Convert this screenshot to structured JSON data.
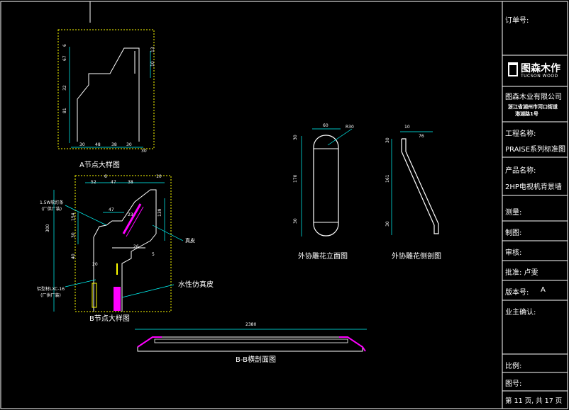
{
  "title_block": {
    "order_no_label": "订单号:",
    "logo_cn": "图森木作",
    "logo_en": "TUCSON WOOD",
    "company": "图森木业有限公司",
    "address_line1": "浙江省湖州市河口街道",
    "address_line2": "港湖路1号",
    "project_label": "工程名称:",
    "project_value": "PRAISE系列标准图",
    "product_label": "产品名称:",
    "product_value": "2HP电视机背景墙",
    "survey_label": "测量:",
    "draw_label": "制图:",
    "review_label": "审核:",
    "approve_label": "批准: 卢雯",
    "version_label": "版本号:",
    "version_value": "A",
    "owner_label": "业主确认:",
    "scale_label": "比例:",
    "drawing_no_label": "图号:",
    "page_info": "第 11 页, 共 17 页"
  },
  "captions": {
    "node_a": "A节点大样图",
    "node_b": "B节点大样图",
    "elev": "外协雕花立面图",
    "side": "外协雕花侧剖图",
    "section_bb": "B-B横剖面图"
  },
  "annotations": {
    "lamp_line1": "1.5W软灯条",
    "lamp_line2": "(厂供厂装)",
    "profile_line1": "铝型材LXC-16",
    "profile_line2": "(厂供厂装)",
    "veneer": "真皮",
    "waterproof": "水性仿真皮"
  },
  "dims": {
    "a_bottom": [
      "30",
      "48",
      "38",
      "30",
      "30"
    ],
    "a_left": [
      "6",
      "67",
      "32",
      "81"
    ],
    "a_right": [
      "13",
      "10"
    ],
    "b_top": [
      "52",
      "6",
      "47",
      "38",
      "10"
    ],
    "b_mid": [
      "47",
      "23",
      "26",
      "20",
      "5"
    ],
    "b_left": [
      "300",
      "154",
      "30",
      "40"
    ],
    "b_right": [
      "139"
    ],
    "elev_top": [
      "60"
    ],
    "elev_r": [
      "R30"
    ],
    "elev_left": [
      "30",
      "170",
      "30"
    ],
    "side_top": [
      "10",
      "76"
    ],
    "side_left": [
      "30",
      "161",
      "30"
    ],
    "bb_total": [
      "2380"
    ]
  },
  "colors": {
    "line": "#ffffff",
    "dim": "#00ffff",
    "frame": "#ffff00",
    "accent": "#ff00ff",
    "yellow": "#ffff00"
  }
}
